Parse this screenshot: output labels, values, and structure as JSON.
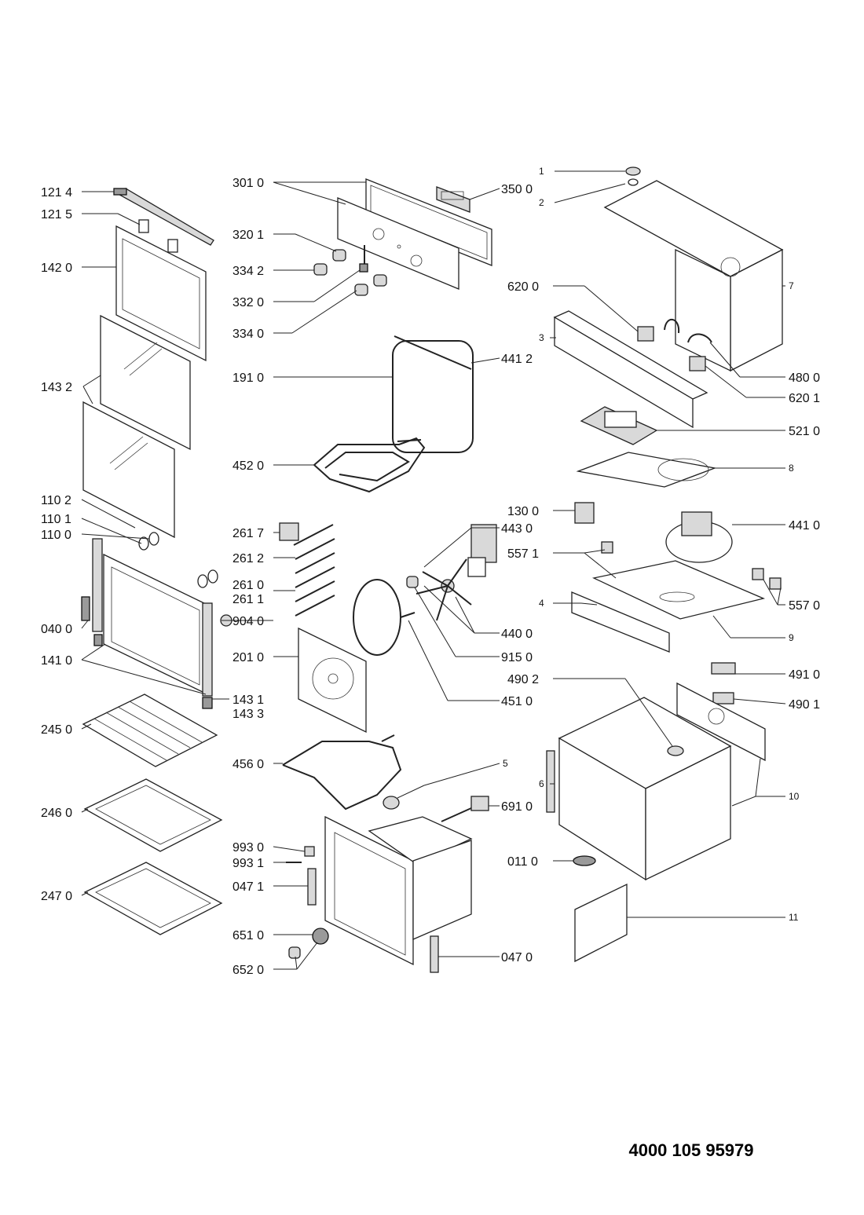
{
  "document_number": "4000 105 95979",
  "labels": {
    "l1214": "121 4",
    "l1215": "121 5",
    "l1420": "142 0",
    "l1432": "143 2",
    "l1102": "110 2",
    "l1101": "110 1",
    "l1100": "110 0",
    "l0400": "040 0",
    "l1410": "141 0",
    "l1431": "143 1",
    "l1433": "143 3",
    "l2450": "245 0",
    "l2460": "246 0",
    "l2470": "247 0",
    "l3010": "301 0",
    "l3201": "320 1",
    "l3342": "334 2",
    "l3320": "332 0",
    "l3340": "334 0",
    "l1910": "191 0",
    "l4520": "452 0",
    "l2617": "261 7",
    "l2612": "261 2",
    "l2610": "261 0",
    "l2611": "261 1",
    "l9040": "904 0",
    "l2010": "201 0",
    "l4560": "456 0",
    "l9930": "993 0",
    "l9931": "993 1",
    "l0471": "047 1",
    "l6510": "651 0",
    "l6520": "652 0",
    "l3500": "350 0",
    "l4412": "441 2",
    "l4430": "443 0",
    "l4400": "440 0",
    "l9150": "915 0",
    "l4510": "451 0",
    "l6910": "691 0",
    "l0470": "047 0",
    "l5": "5",
    "l1": "1",
    "l2": "2",
    "l7": "7",
    "l6200": "620 0",
    "l3": "3",
    "l4800": "480 0",
    "l6201": "620 1",
    "l5210": "521 0",
    "l8": "8",
    "l1300": "130 0",
    "l4410": "441 0",
    "l5571": "557 1",
    "l5570": "557 0",
    "l4": "4",
    "l9": "9",
    "l4902": "490 2",
    "l4910": "491 0",
    "l4901": "490 1",
    "l6": "6",
    "l10": "10",
    "l0110": "011 0",
    "l11": "11"
  }
}
